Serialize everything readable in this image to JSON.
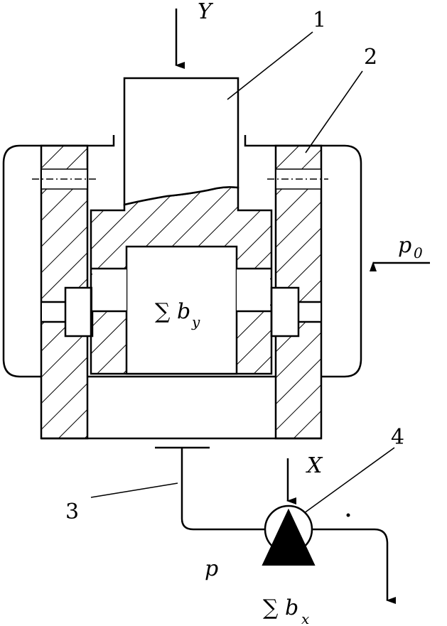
{
  "labels": {
    "part1": "1",
    "part2": "2",
    "part3": "3",
    "part4": "4",
    "force_y": "Y",
    "force_x": "X",
    "pressure_p0_base": "p",
    "pressure_p0_sub": "0",
    "pressure_p": "p",
    "sum_by_prefix": "∑ b",
    "sum_by_sub": "y",
    "sum_bx_prefix": "∑ b",
    "sum_bx_sub": "x"
  }
}
